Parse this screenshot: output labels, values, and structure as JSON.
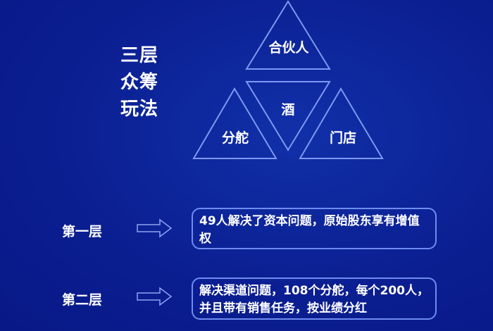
{
  "title": {
    "lines": [
      "三层",
      "众筹",
      "玩法"
    ]
  },
  "triangles": {
    "top": "合伙人",
    "center": "酒",
    "left": "分舵",
    "right": "门店"
  },
  "layers": [
    {
      "label": "第一层",
      "arrow_icon": "double-arrow-right-icon",
      "text": "49人解决了资本问题，原始股东享有增值权"
    },
    {
      "label": "第二层",
      "arrow_icon": "double-arrow-right-icon",
      "text": "解决渠道问题，108个分舵，每个200人，并且带有销售任务，按业绩分红"
    }
  ],
  "colors": {
    "background": "#0a1c8c",
    "outline": "#7f98f2",
    "text": "#ffffff"
  }
}
